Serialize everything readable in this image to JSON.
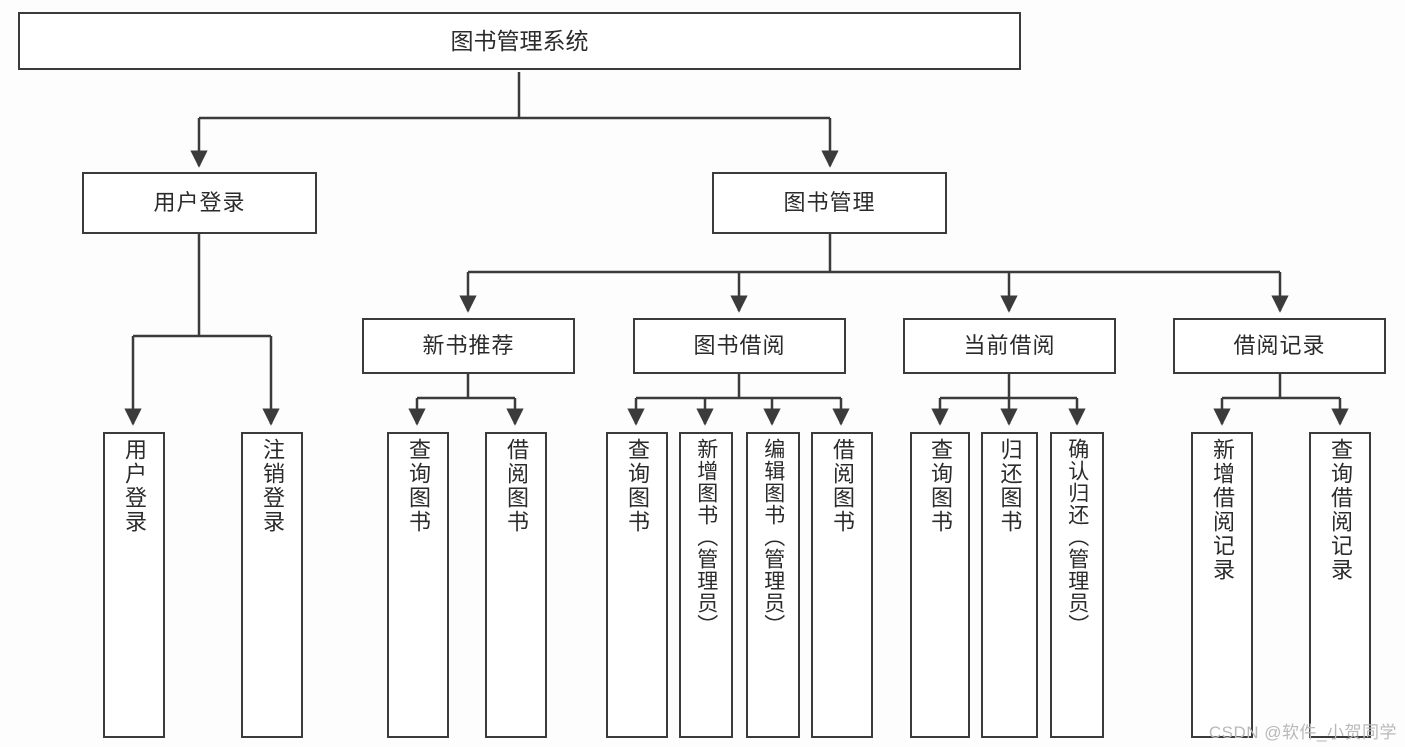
{
  "diagram": {
    "title": "图书管理系统",
    "type": "tree-hierarchy",
    "background_color": "#fdfdfd",
    "line_color": "#3b3b3b",
    "text_color": "#2b2b2b",
    "watermark": "CSDN @软件_小贺同学",
    "watermark_color": "#b9b9b9"
  },
  "root": {
    "label": "图书管理系统"
  },
  "level1": [
    {
      "id": "user-login",
      "label": "用户登录"
    },
    {
      "id": "book-manage",
      "label": "图书管理"
    }
  ],
  "level2": [
    {
      "id": "new-book-recommend",
      "label": "新书推荐",
      "parent": "book-manage"
    },
    {
      "id": "book-borrow",
      "label": "图书借阅",
      "parent": "book-manage"
    },
    {
      "id": "current-borrow",
      "label": "当前借阅",
      "parent": "book-manage"
    },
    {
      "id": "borrow-record",
      "label": "借阅记录",
      "parent": "book-manage"
    }
  ],
  "leaves": {
    "user_login": [
      {
        "id": "leaf-user-login",
        "label": "用户登录"
      },
      {
        "id": "leaf-user-logout",
        "label": "注销登录"
      }
    ],
    "new_book_recommend": [
      {
        "id": "leaf-query-book-1",
        "label": "查询图书"
      },
      {
        "id": "leaf-borrow-book-1",
        "label": "借阅图书"
      }
    ],
    "book_borrow": [
      {
        "id": "leaf-query-book-2",
        "label": "查询图书"
      },
      {
        "id": "leaf-add-book",
        "label": "新增图书（管理员）"
      },
      {
        "id": "leaf-edit-book",
        "label": "编辑图书（管理员）"
      },
      {
        "id": "leaf-borrow-book-2",
        "label": "借阅图书"
      }
    ],
    "current_borrow": [
      {
        "id": "leaf-query-book-3",
        "label": "查询图书"
      },
      {
        "id": "leaf-return-book",
        "label": "归还图书"
      },
      {
        "id": "leaf-confirm-return",
        "label": "确认归还（管理员）"
      }
    ],
    "borrow_record": [
      {
        "id": "leaf-add-record",
        "label": "新增借阅记录"
      },
      {
        "id": "leaf-query-record",
        "label": "查询借阅记录"
      }
    ]
  }
}
